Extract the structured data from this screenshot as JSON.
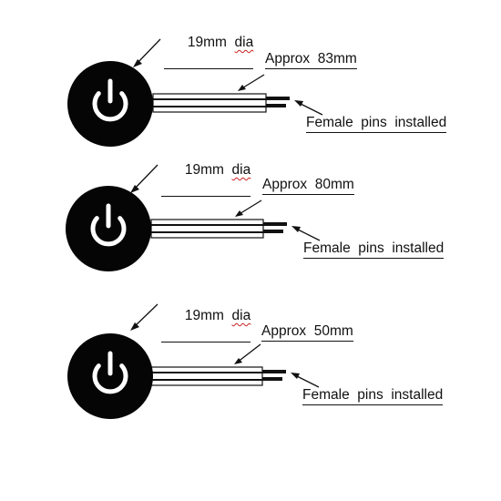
{
  "colors": {
    "ink": "#111111",
    "button": "#050505",
    "symbol": "#ffffff",
    "squiggle": "#cc2222"
  },
  "icon": "power-icon",
  "buttons": [
    {
      "diameter_label": "19mm",
      "diameter_unit": "dia",
      "length_label": "Approx  83mm",
      "pins_label": "Female  pins  installed"
    },
    {
      "diameter_label": "19mm",
      "diameter_unit": "dia",
      "length_label": "Approx  80mm",
      "pins_label": "Female  pins  installed"
    },
    {
      "diameter_label": "19mm",
      "diameter_unit": "dia",
      "length_label": "Approx  50mm",
      "pins_label": "Female  pins  installed"
    }
  ]
}
